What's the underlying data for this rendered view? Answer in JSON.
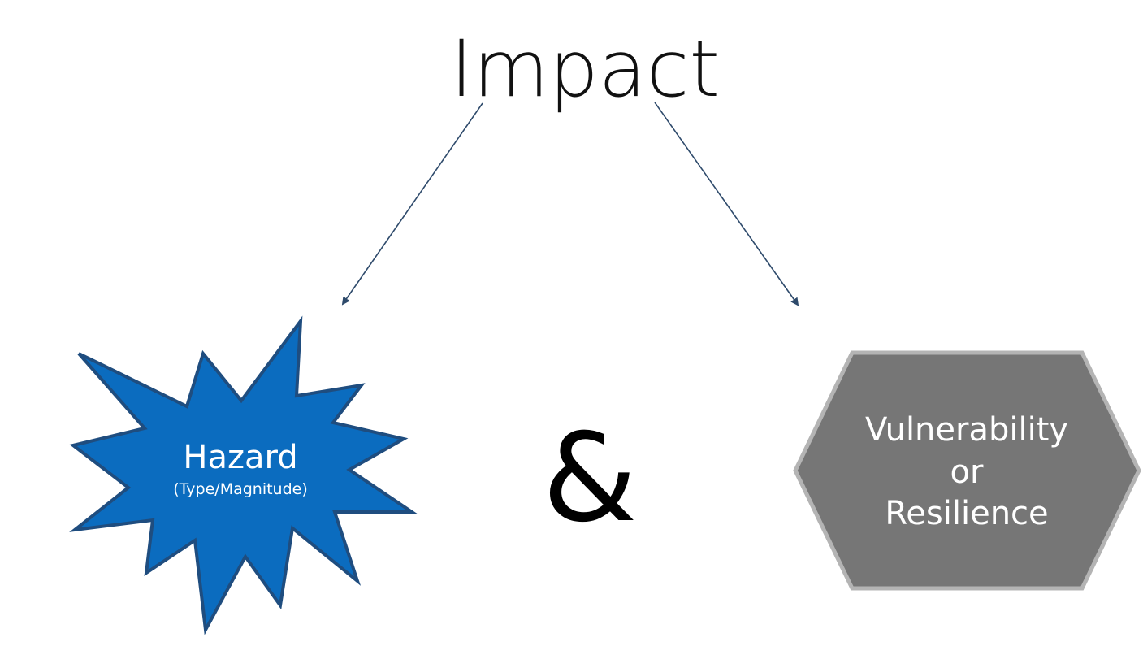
{
  "title": "Impact",
  "connector": "&",
  "hazard": {
    "label": "Hazard",
    "sublabel": "(Type/Magnitude)"
  },
  "vulnerability": {
    "line1": "Vulnerability",
    "line2": "or",
    "line3": "Resilience"
  },
  "colors": {
    "arrow": "#2e4a6b",
    "hazard_fill": "#0b6cbf",
    "hazard_stroke": "#1f4d7f",
    "hexagon_fill": "#767676",
    "hexagon_stroke": "#b4b4b4",
    "text_dark": "#111111",
    "text_light": "#ffffff"
  }
}
